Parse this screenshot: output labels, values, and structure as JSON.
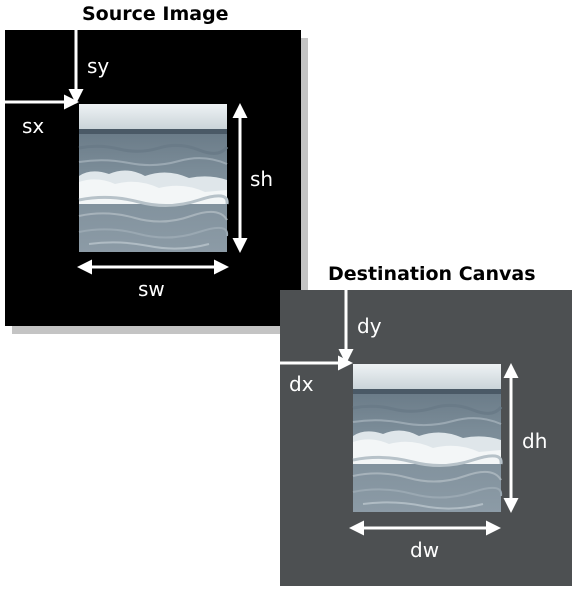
{
  "source": {
    "title": "Source Image",
    "labels": {
      "sx": "sx",
      "sy": "sy",
      "sw": "sw",
      "sh": "sh"
    }
  },
  "destination": {
    "title": "Destination Canvas",
    "labels": {
      "dx": "dx",
      "dy": "dy",
      "dw": "dw",
      "dh": "dh"
    }
  },
  "colors": {
    "source_panel": "#000000",
    "destination_panel": "#4d5052",
    "panel_shadow": "#c4c4c4",
    "arrow": "#ffffff",
    "title_text": "#000000"
  }
}
